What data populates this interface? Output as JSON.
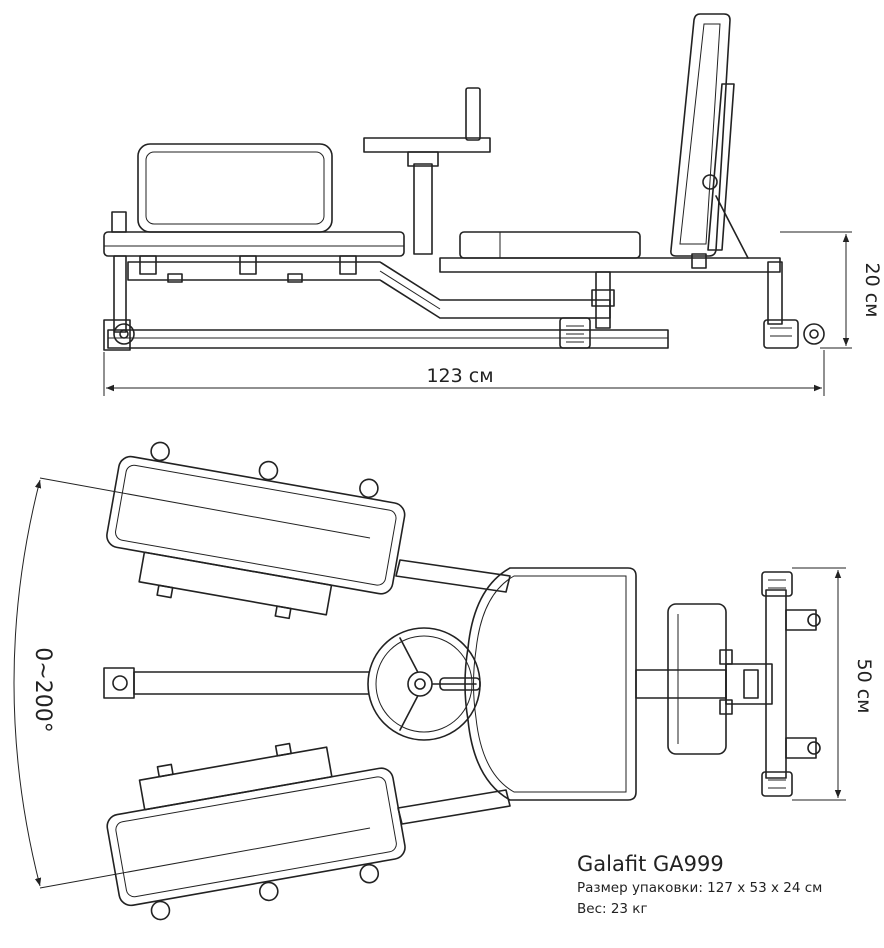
{
  "dimensions": {
    "length": "123 см",
    "height": "20 см",
    "width": "50 см",
    "angle": "0~200°"
  },
  "product": {
    "name": "Galafit GA999",
    "package": "Размер упаковки: 127 х 53 х 24 см",
    "weight": "Вес: 23 кг"
  }
}
